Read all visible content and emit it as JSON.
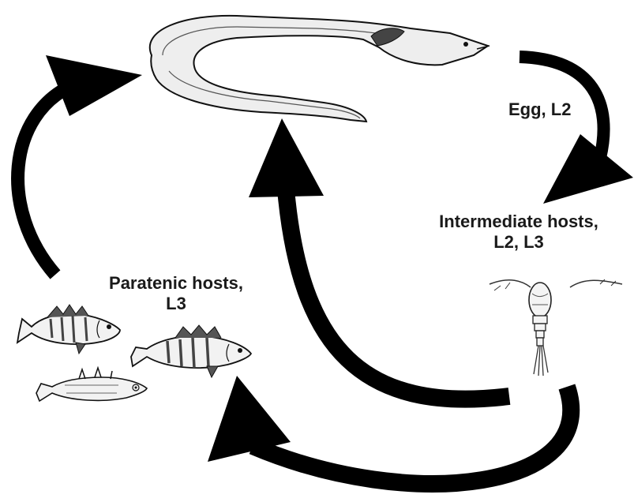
{
  "labels": {
    "egg": "Egg, L2",
    "intermediate": {
      "line1": "Intermediate hosts,",
      "line2": "L2, L3"
    },
    "paratenic": {
      "line1": "Paratenic hosts,",
      "line2": "L3"
    }
  },
  "colors": {
    "arrow": "#000000",
    "text": "#1a1a1a",
    "background": "#ffffff"
  },
  "icons": [
    "eel-icon",
    "copepod-icon",
    "perch-icon",
    "stickleback-icon"
  ]
}
